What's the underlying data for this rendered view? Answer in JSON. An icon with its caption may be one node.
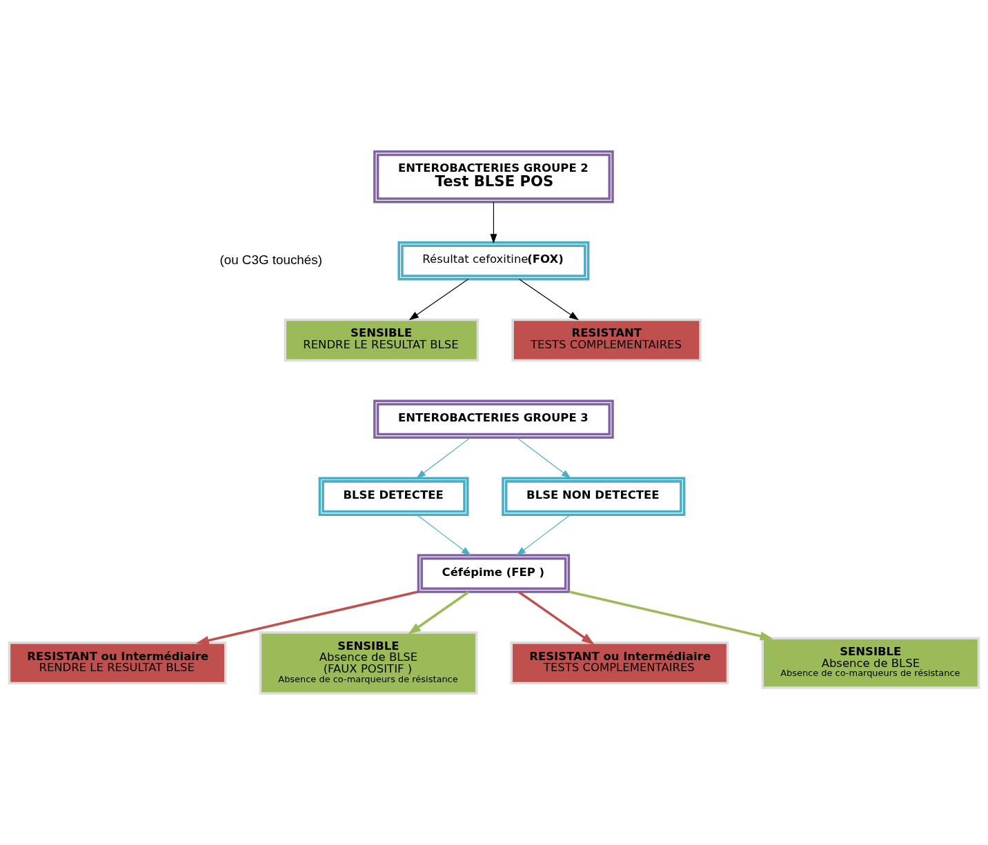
{
  "diagram": {
    "nodes": [
      {
        "text": [
          "ENTEROBACTERIES GROUPE 2",
          "Test BLSE POS"
        ]
      },
      {
        "text": [
          "Résultat cefoxitine**(FOX)**"
        ]
      },
      {
        "text": [
          "SENSIBLE",
          "RENDRE LE RESULTAT BLSE"
        ]
      },
      {
        "text": [
          "RESISTANT",
          "TESTS COMPLEMENTAIRES"
        ]
      },
      {
        "text": [
          "ENTEROBACTERIES GROUPE 3"
        ]
      },
      {
        "text": [
          "BLSE DETECTEE"
        ]
      },
      {
        "text": [
          "BLSE NON DETECTEE"
        ]
      },
      {
        "text": [
          "Céfépime (FEP )"
        ]
      },
      {
        "text": [
          "RESISTANT ou Intermédiaire",
          "RENDRE LE RESULTAT BLSE"
        ]
      },
      {
        "text": [
          "SENSIBLE",
          "Absence de BLSE",
          "(FAUX POSITIF )",
          "Absence de co-marqueurs de résistance"
        ]
      },
      {
        "text": [
          "RESISTANT ou Intermédiaire",
          "TESTS COMPLEMENTAIRES"
        ]
      },
      {
        "text": [
          "SENSIBLE",
          "Absence de BLSE",
          "Absence de co-marqueurs de résistance"
        ]
      }
    ],
    "edges": [
      {
        "from": 0,
        "to": 1,
        "arrow": "to",
        "color": "#000000"
      },
      {
        "from": 1,
        "to": 2,
        "arrow": "to",
        "color": "#000000"
      },
      {
        "from": 1,
        "to": 3,
        "arrow": "to",
        "color": "#000000"
      },
      {
        "from": 4,
        "to": 5,
        "arrow": "to",
        "color": "#4bacc6"
      },
      {
        "from": 4,
        "to": 6,
        "arrow": "to",
        "color": "#4bacc6"
      },
      {
        "from": 5,
        "to": 7,
        "arrow": "to",
        "color": "#4bacc6"
      },
      {
        "from": 6,
        "to": 7,
        "arrow": "to",
        "color": "#4bacc6"
      },
      {
        "from": 7,
        "to": 8,
        "arrow": "to",
        "style": "thick",
        "color": "#c0504d"
      },
      {
        "from": 7,
        "to": 9,
        "arrow": "to",
        "style": "thick",
        "color": "#9bbb59"
      },
      {
        "from": 7,
        "to": 11,
        "arrow": "to",
        "style": "thick",
        "color": "#9bbb59"
      },
      {
        "from": 7,
        "to": 10,
        "arrow": "to",
        "style": "thick",
        "color": "#c0504d"
      }
    ],
    "labels": [
      "(ou C3G touchés)"
    ]
  }
}
